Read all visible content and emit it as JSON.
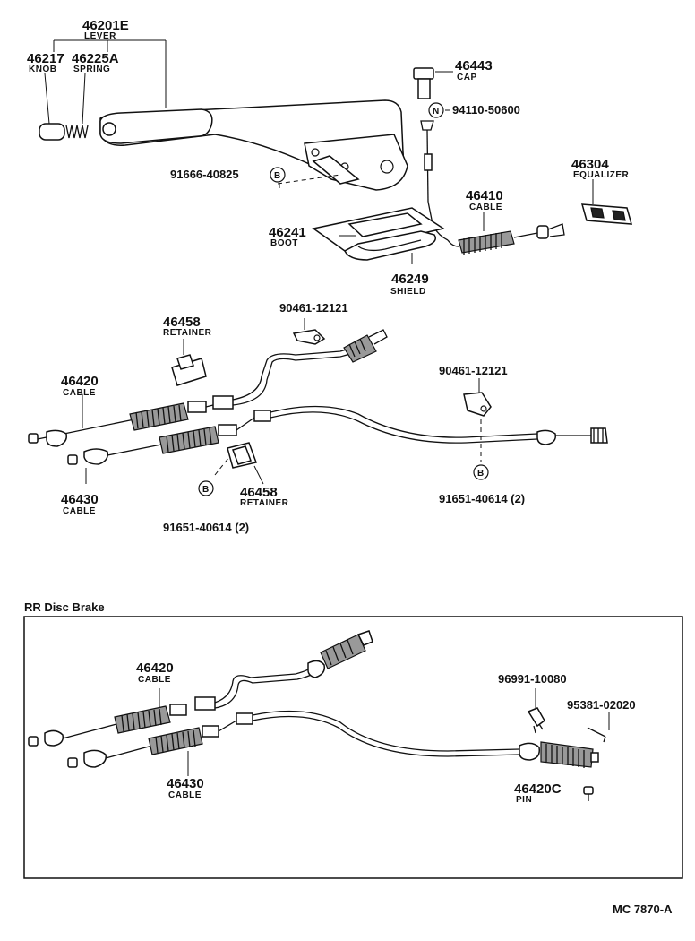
{
  "labels": {
    "lever_num": "46201E",
    "lever_name": "LEVER",
    "knob_num": "46217",
    "knob_name": "KNOB",
    "spring_num": "46225A",
    "spring_name": "SPRING",
    "cap_num": "46443",
    "cap_name": "CAP",
    "n_mark": "N",
    "n_num": "94110-50600",
    "b_num_1": "91666-40825",
    "b_mark": "B",
    "equalizer_num": "46304",
    "equalizer_name": "EQUALIZER",
    "cable_46410_num": "46410",
    "cable_46410_name": "CABLE",
    "boot_num": "46241",
    "boot_name": "BOOT",
    "shield_num": "46249",
    "shield_name": "SHIELD",
    "retainer_1_num": "46458",
    "retainer_1_name": "RETAINER",
    "clip_1_num": "90461-12121",
    "cable_46420_num": "46420",
    "cable_46420_name": "CABLE",
    "clip_2_num": "90461-12121",
    "cable_46430_num": "46430",
    "cable_46430_name": "CABLE",
    "retainer_2_num": "46458",
    "retainer_2_name": "RETAINER",
    "bolt_left_num": "91651-40614  (2)",
    "bolt_right_num": "91651-40614  (2)",
    "section_title": "RR Disc Brake",
    "rr_cable_46420_num": "46420",
    "rr_cable_46420_name": "CABLE",
    "rr_cable_46430_num": "46430",
    "rr_cable_46430_name": "CABLE",
    "rr_clip_num": "96991-10080",
    "rr_pin2_num": "95381-02020",
    "rr_pin_num": "46420C",
    "rr_pin_name": "PIN",
    "footer_code": "MC 7870-A"
  }
}
